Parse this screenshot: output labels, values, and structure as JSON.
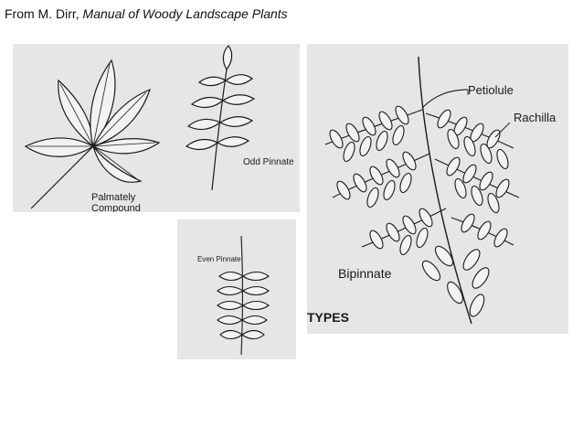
{
  "credit": {
    "prefix": "From M. Dirr, ",
    "book": "Manual of Woody Landscape Plants"
  },
  "labels": {
    "palmately_line1": "Palmately",
    "palmately_line2": "Compound",
    "odd_pinnate": "Odd Pinnate",
    "even_pinnate": "Even Pinnate",
    "petiolule": "Petiolule",
    "rachilla": "Rachilla",
    "bipinnate": "Bipinnate",
    "types": "TYPES"
  },
  "colors": {
    "panel_bg": "#e6e6e6",
    "ink": "#1a1a1a",
    "leaf_fill": "#f2f2f2"
  }
}
